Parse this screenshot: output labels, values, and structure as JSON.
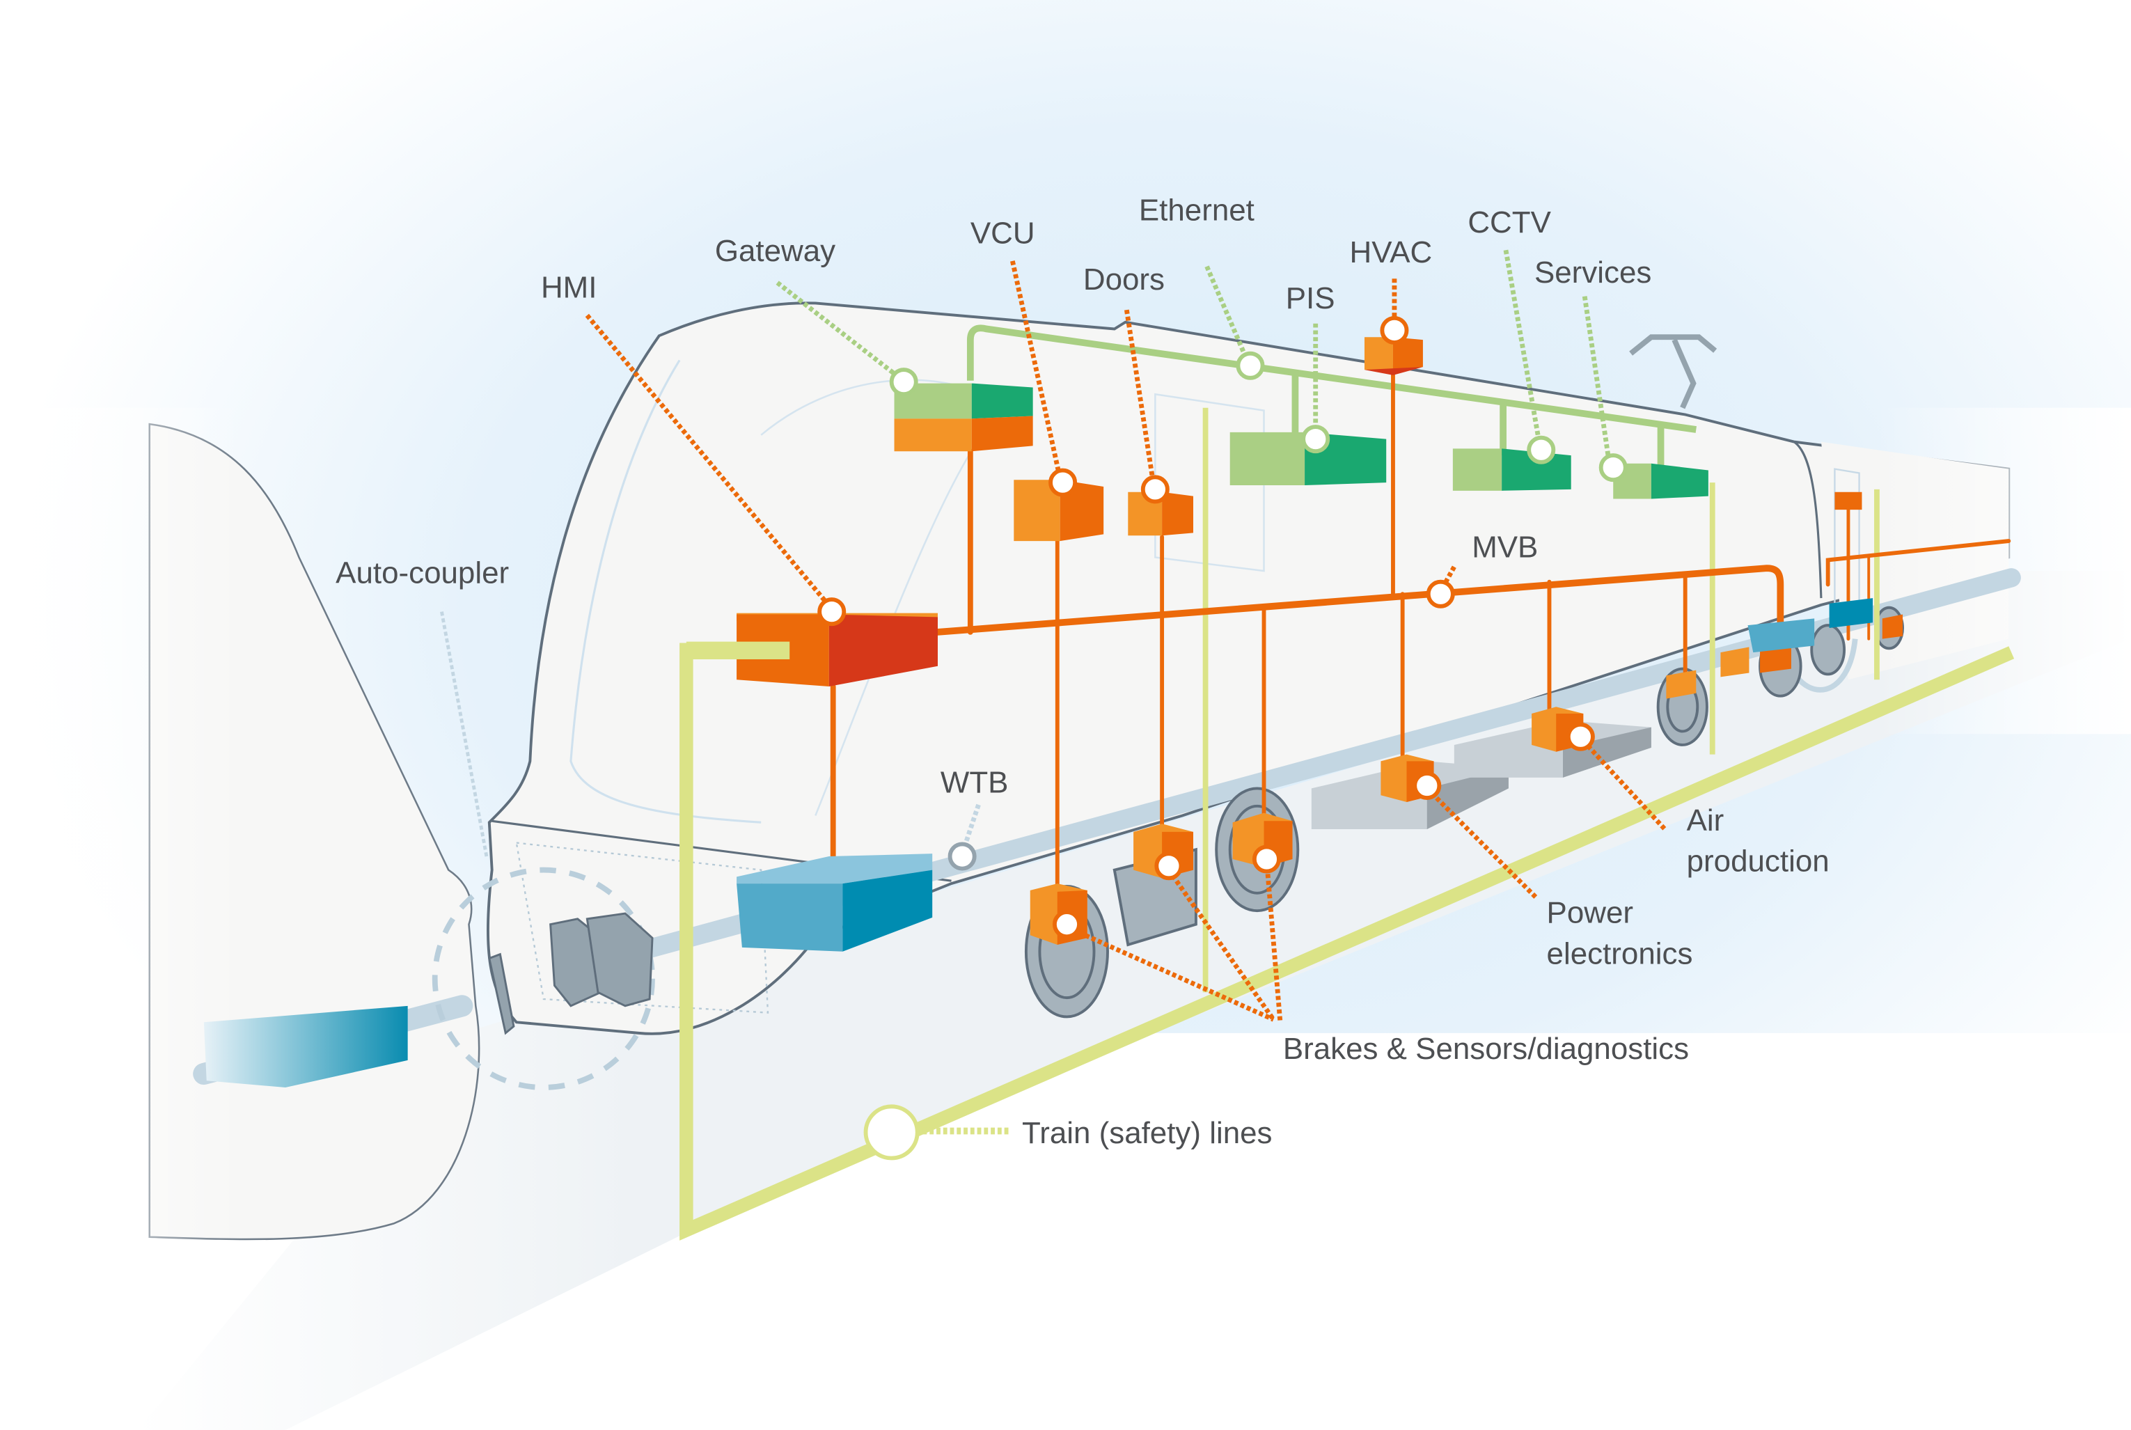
{
  "diagram": {
    "title": "Train communication network architecture",
    "labels": {
      "hmi": "HMI",
      "gateway": "Gateway",
      "vcu": "VCU",
      "doors": "Doors",
      "ethernet": "Ethernet",
      "pis": "PIS",
      "hvac": "HVAC",
      "cctv": "CCTV",
      "services": "Services",
      "auto_coupler": "Auto-coupler",
      "mvb": "MVB",
      "wtb": "WTB",
      "air_production_line1": "Air",
      "air_production_line2": "production",
      "power_electronics_line1": "Power",
      "power_electronics_line2": "electronics",
      "brakes_sensors": "Brakes & Sensors/diagnostics",
      "train_safety_lines": "Train (safety) lines"
    },
    "networks": [
      {
        "name": "Ethernet",
        "color": "#a9cf83"
      },
      {
        "name": "MVB",
        "color": "#ec6a0a"
      },
      {
        "name": "WTB",
        "color": "#c3d6e2"
      },
      {
        "name": "Train (safety) lines",
        "color": "#dbe387"
      }
    ],
    "colors": {
      "label_text": "#4d4f52",
      "orange_light": "#f39427",
      "orange_dark": "#ec6a0a",
      "red": "#d63819",
      "green_light": "#aacf84",
      "green_dark": "#1aa870",
      "blue_light": "#52aac9",
      "blue_dark": "#008cb1",
      "safety_line": "#dbe387",
      "body_outline": "#5f6e7c",
      "body_fill": "#f5f5f4",
      "bogie_gray": "#94a3ad",
      "sky": "#dfeffa"
    }
  }
}
